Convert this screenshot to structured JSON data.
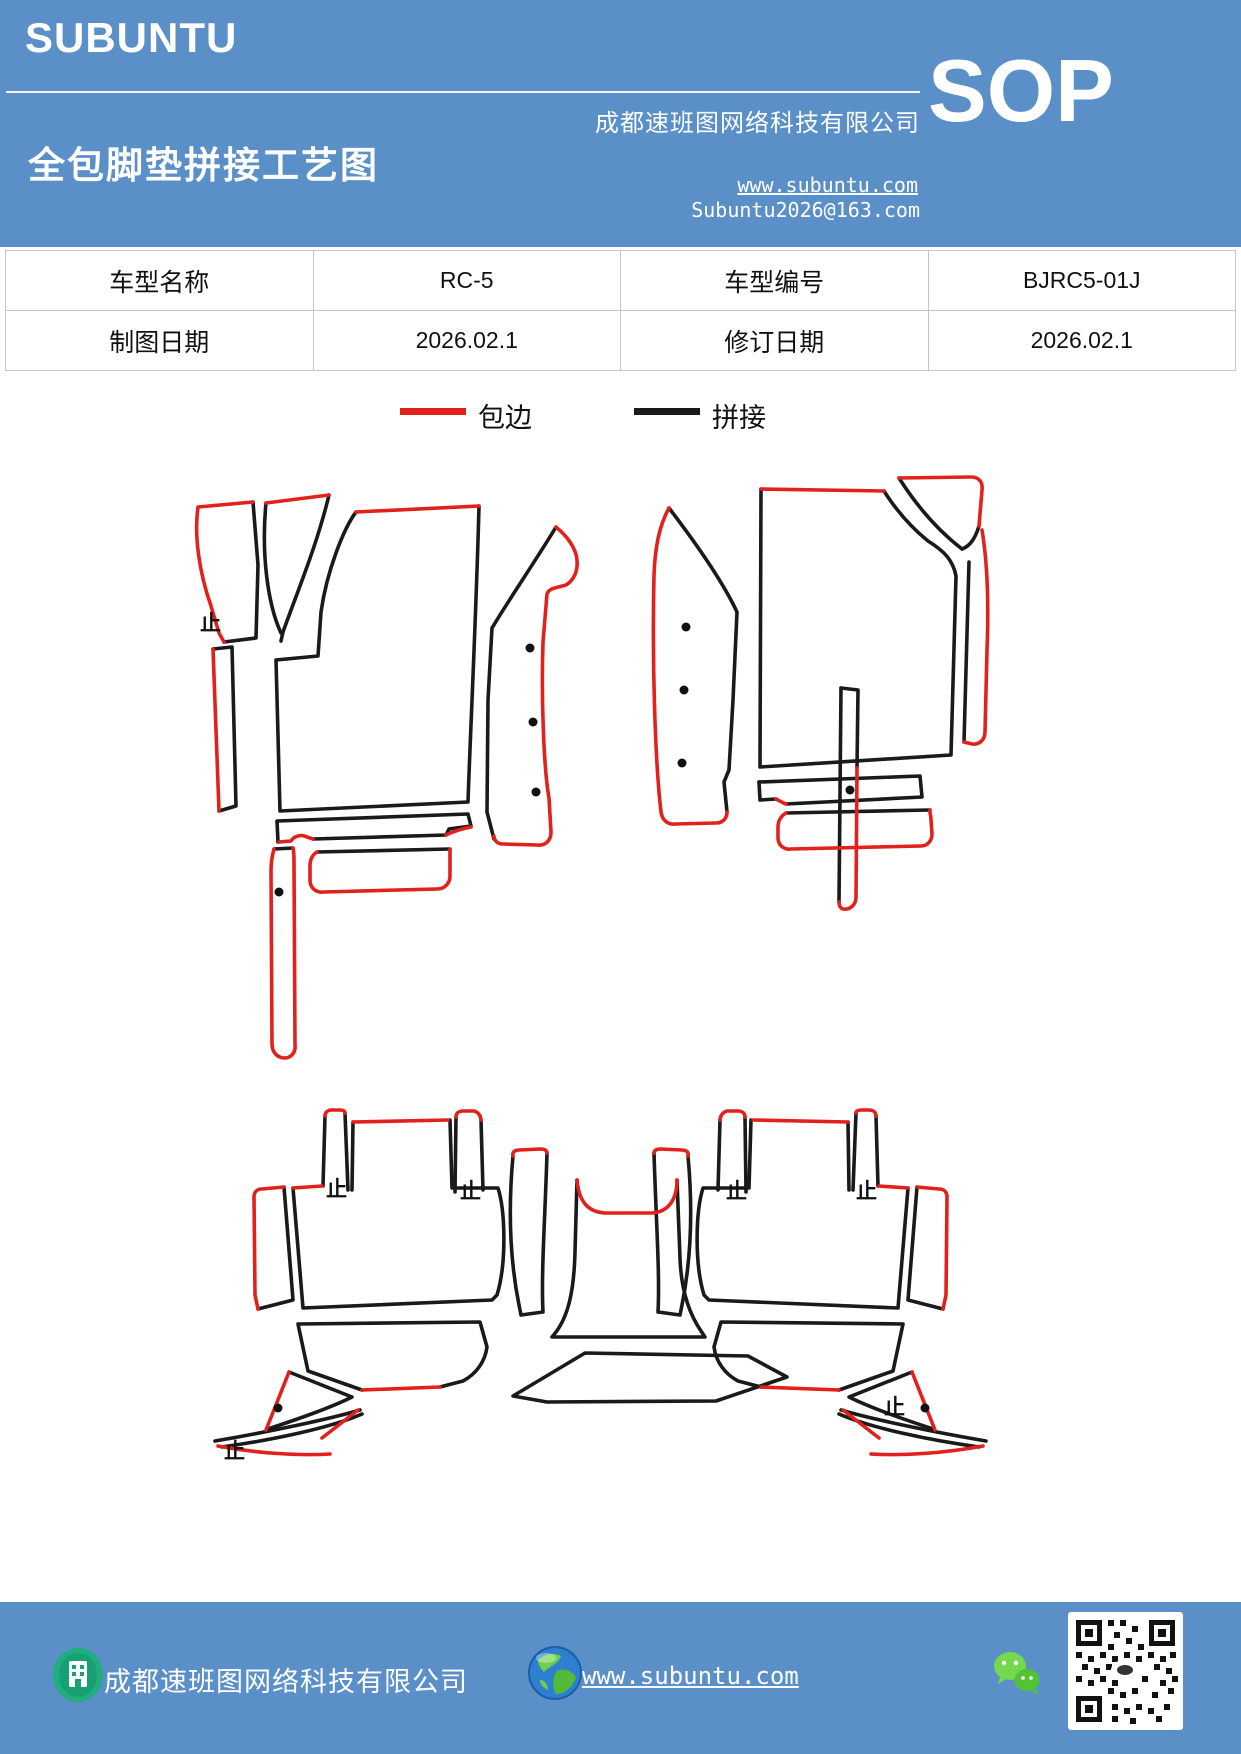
{
  "header": {
    "logo": "SUBUNTU",
    "title": "全包脚垫拼接工艺图",
    "company": "成都速班图网络科技有限公司",
    "badge": "SOP",
    "website": "www.subuntu.com",
    "email": "Subuntu2026@163.com"
  },
  "info_table": {
    "rows": [
      [
        "车型名称",
        "RC-5",
        "车型编号",
        "BJRC5-01J"
      ],
      [
        "制图日期",
        "2026.02.1",
        "修订日期",
        "2026.02.1"
      ]
    ]
  },
  "legend": {
    "edge_label": "包边",
    "seam_label": "拼接"
  },
  "diagram": {
    "stop_mark": "止"
  },
  "footer": {
    "company": "成都速班图网络科技有限公司",
    "website": "www.subuntu.com"
  },
  "colors": {
    "header_blue": "#5a8fc8",
    "edge_red": "#e3211c",
    "seam_black": "#1a1a1a",
    "wechat_green": "#52c332",
    "building_green": "#1fae7e",
    "table_border": "#c6c6c6"
  }
}
